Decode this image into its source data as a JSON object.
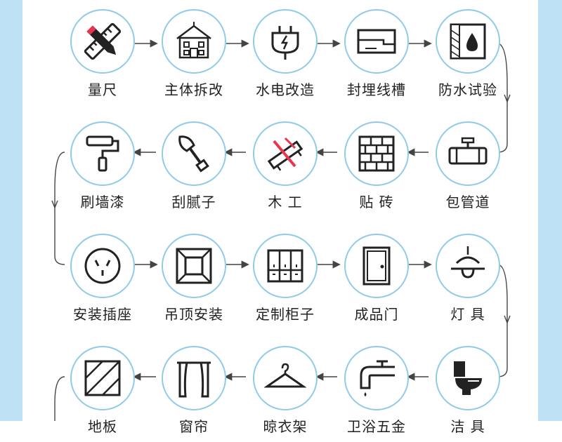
{
  "steps": [
    {
      "label": "量尺",
      "icon": "pencil-ruler-icon"
    },
    {
      "label": "主体拆改",
      "icon": "house-icon"
    },
    {
      "label": "水电改造",
      "icon": "plug-icon"
    },
    {
      "label": "封埋线槽",
      "icon": "wire-slot-icon"
    },
    {
      "label": "防水试验",
      "icon": "waterproof-icon"
    },
    {
      "label": "包管道",
      "icon": "pipe-icon"
    },
    {
      "label": "贴 砖",
      "icon": "brick-wall-icon"
    },
    {
      "label": "木 工",
      "icon": "wood-saw-icon"
    },
    {
      "label": "刮腻子",
      "icon": "shovel-icon"
    },
    {
      "label": "刷墙漆",
      "icon": "paint-roller-icon"
    },
    {
      "label": "安装插座",
      "icon": "socket-icon"
    },
    {
      "label": "吊顶安装",
      "icon": "ceiling-icon"
    },
    {
      "label": "定制柜子",
      "icon": "cabinet-icon"
    },
    {
      "label": "成品门",
      "icon": "door-icon"
    },
    {
      "label": "灯 具",
      "icon": "lamp-icon"
    },
    {
      "label": "洁 具",
      "icon": "toilet-icon"
    },
    {
      "label": "卫浴五金",
      "icon": "faucet-icon"
    },
    {
      "label": "晾衣架",
      "icon": "hanger-icon"
    },
    {
      "label": "窗帘",
      "icon": "curtain-icon"
    },
    {
      "label": "地板",
      "icon": "floor-tile-icon"
    }
  ],
  "colors": {
    "side_band": "#bfe1f5",
    "circle_border": "#8fcbe8",
    "icon_stroke": "#222222",
    "accent_red": "#e8344c",
    "arrow": "#444444"
  }
}
